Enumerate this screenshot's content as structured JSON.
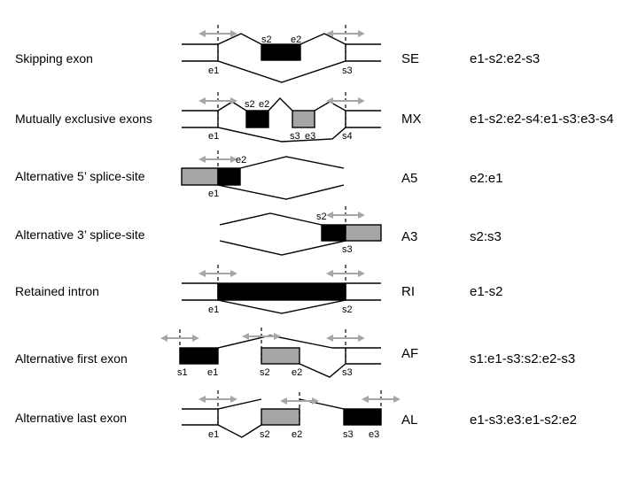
{
  "rows": [
    {
      "name": "Skipping exon",
      "code": "SE",
      "event": "e1-s2:e2-s3",
      "sites": [
        "e1",
        "s2",
        "e2",
        "s3"
      ]
    },
    {
      "name": "Mutually exclusive exons",
      "code": "MX",
      "event": "e1-s2:e2-s4:e1-s3:e3-s4",
      "sites": [
        "s2",
        "e2",
        "e1",
        "s3",
        "e3",
        "s4"
      ]
    },
    {
      "name": "Alternative 5’ splice-site",
      "code": "A5",
      "event": "e2:e1",
      "sites": [
        "e2",
        "e1"
      ]
    },
    {
      "name": "Alternative 3’ splice-site",
      "code": "A3",
      "event": "s2:s3",
      "sites": [
        "s2",
        "s3"
      ]
    },
    {
      "name": "Retained intron",
      "code": "RI",
      "event": "e1-s2",
      "sites": [
        "e1",
        "s2"
      ]
    },
    {
      "name": "Alternative first exon",
      "code": "AF",
      "event": "s1:e1-s3:s2:e2-s3",
      "sites": [
        "s1",
        "e1",
        "s2",
        "e2",
        "s3"
      ]
    },
    {
      "name": "Alternative last exon",
      "code": "AL",
      "event": "e1-s3:e3:e1-s2:e2",
      "sites": [
        "e1",
        "s2",
        "e2",
        "s3",
        "e3"
      ]
    }
  ],
  "colors": {
    "constitutive": "#000000",
    "alternative": "#a6a6a6",
    "arrow": "#a6a6a6"
  }
}
